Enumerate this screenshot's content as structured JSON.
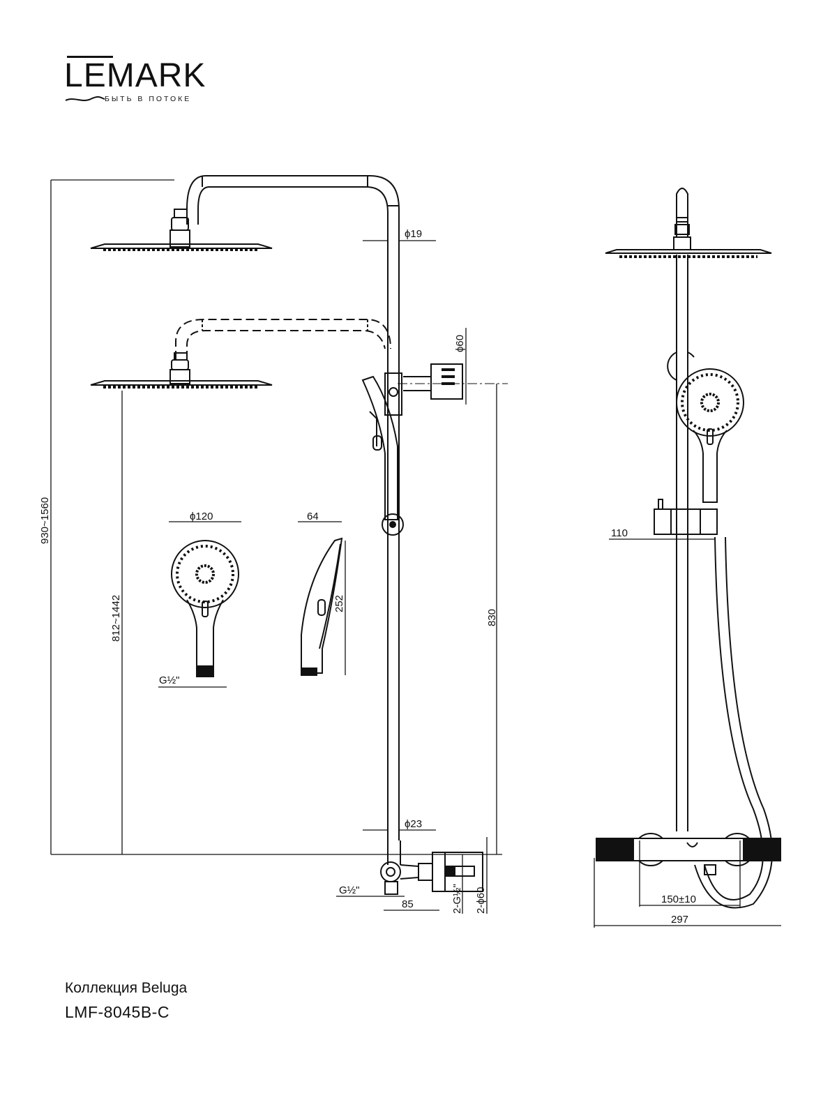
{
  "brand": {
    "name": "LEMARK",
    "tagline": "БЫТЬ В ПОТОКЕ"
  },
  "product": {
    "collection": "Коллекция Beluga",
    "model": "LMF-8045B-C"
  },
  "dimensions": {
    "overhead_pipe_diameter": "ϕ19",
    "wall_bracket_diameter": "ϕ60",
    "total_height_range": "930~1560",
    "head_height_range": "812~1442",
    "hand_shower_diameter": "ϕ120",
    "hand_shower_depth": "64",
    "hand_shower_length": "252",
    "hand_shower_connection": "G½\"",
    "bracket_to_mixer_height": "830",
    "lower_pipe_diameter": "ϕ23",
    "mixer_outlet_connection": "G½\"",
    "mixer_projection": "85",
    "inlet_connections": "2-G½\"",
    "inlet_flange_diameters": "2-ϕ60",
    "slider_projection": "110",
    "inlet_centers": "150±10",
    "mixer_total_width": "297"
  }
}
